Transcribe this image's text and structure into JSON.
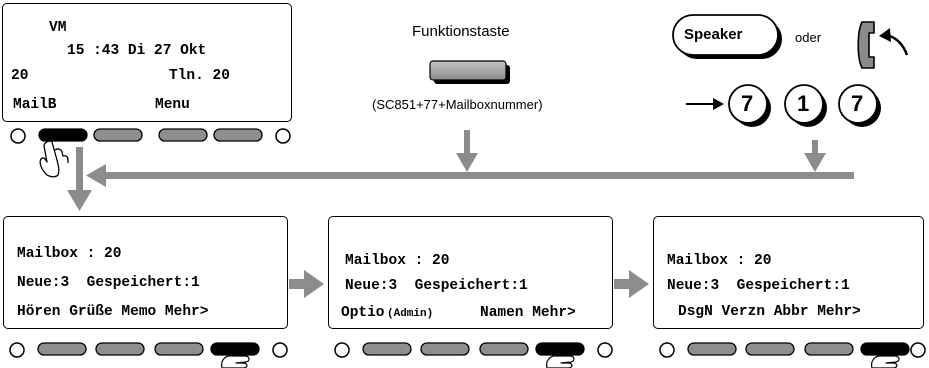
{
  "top_display": {
    "line1": "VM",
    "line2": "15 :43 Di 27 Okt",
    "line3_left": "20",
    "line3_right": "Tln. 20",
    "softkey_left": "MailB",
    "softkey_right": "Menu"
  },
  "function_key": {
    "title": "Funktionstaste",
    "caption": "(SC851+77+Mailboxnummer)"
  },
  "speaker": {
    "button_label": "Speaker",
    "or_label": "oder",
    "digits": [
      "7",
      "1",
      "7"
    ]
  },
  "displays": [
    {
      "line1": "Mailbox : 20",
      "line2": "Neue:3  Gespeichert:1",
      "line3": "Hören Grüße Memo Mehr>"
    },
    {
      "line1": "Mailbox : 20",
      "line2": "Neue:3  Gespeichert:1",
      "line3_a": "Optio",
      "line3_small": "(Admin)",
      "line3_b": "Namen Mehr>"
    },
    {
      "line1": "Mailbox : 20",
      "line2": "Neue:3  Gespeichert:1",
      "line3": "DsgN Verzn Abbr Mehr>"
    }
  ],
  "colors": {
    "arrow_gray": "#8c8c8c",
    "key_gray": "#9a9a9a",
    "key_pressed": "#000000"
  }
}
